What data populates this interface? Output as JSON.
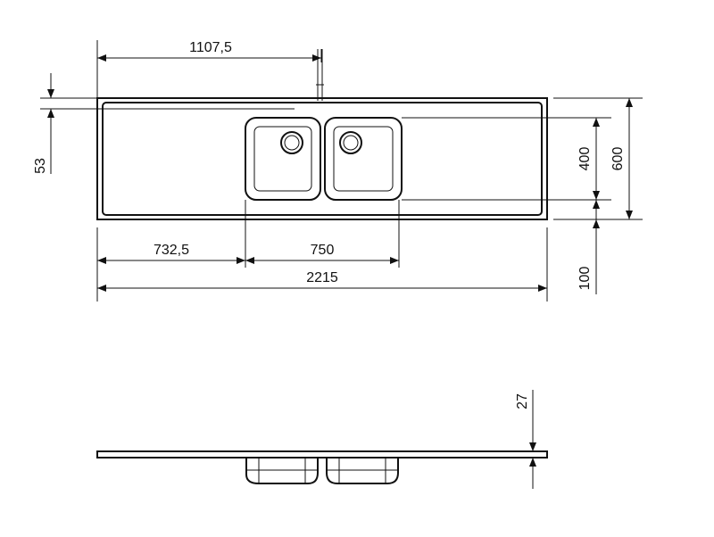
{
  "dimensions": {
    "faucet_offset": "1107,5",
    "edge_to_faucet": "53",
    "left_drainboard": "732,5",
    "bowls_width": "750",
    "total_length": "2215",
    "bowl_depth": "400",
    "total_depth": "600",
    "front_edge": "100",
    "thickness": "27"
  }
}
